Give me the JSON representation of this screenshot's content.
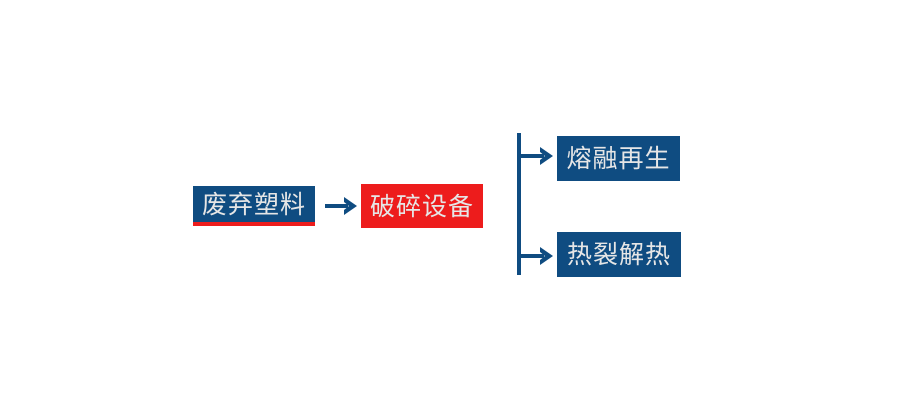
{
  "diagram": {
    "type": "flow-diagram",
    "title": "",
    "background_color": "#ffffff",
    "palette": {
      "primary_blue": "#0F4C81",
      "accent_red": "#ED1C1C",
      "node_text": "#E6E6E6"
    },
    "nodes": [
      {
        "id": "source",
        "label": "废弃塑料",
        "fill": "#0F4C81",
        "text_color": "#E6E6E6",
        "accent_rule": "#ED1C1C"
      },
      {
        "id": "process",
        "label": "破碎设备",
        "fill": "#ED1C1C",
        "text_color": "#E6E6E6"
      },
      {
        "id": "output-1",
        "label": "熔融再生",
        "fill": "#0F4C81",
        "text_color": "#E6E6E6"
      },
      {
        "id": "output-2",
        "label": "热裂解热",
        "fill": "#0F4C81",
        "text_color": "#E6E6E6"
      }
    ],
    "connectors": [
      {
        "id": "source-to-process",
        "icon": "arrow-right-icon",
        "from": "source",
        "to": "process",
        "color": "#0F4C81"
      },
      {
        "id": "process-branch",
        "icon": "branch-split-icon",
        "from": "process",
        "to": [
          "output-1",
          "output-2"
        ],
        "color": "#0F4C81"
      }
    ]
  }
}
